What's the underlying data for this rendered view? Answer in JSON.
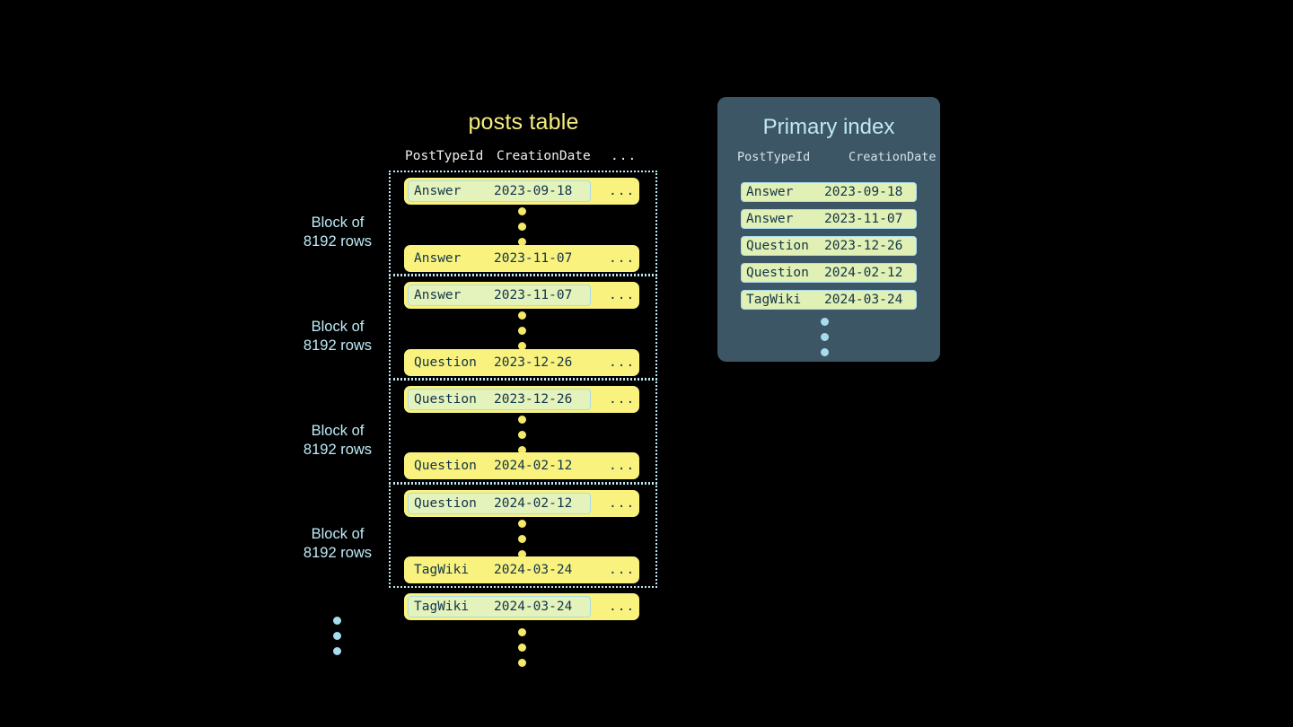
{
  "posts_table": {
    "title": "posts table",
    "columns": [
      "PostTypeId",
      "CreationDate",
      "..."
    ],
    "blocks": [
      {
        "label_line1": "Block of",
        "label_line2": "8192 rows",
        "first_row": {
          "post_type_id": "Answer",
          "creation_date": "2023-09-18",
          "more": "...",
          "highlighted": true
        },
        "last_row": {
          "post_type_id": "Answer",
          "creation_date": "2023-11-07",
          "more": "...",
          "highlighted": false
        }
      },
      {
        "label_line1": "Block of",
        "label_line2": "8192 rows",
        "first_row": {
          "post_type_id": "Answer",
          "creation_date": "2023-11-07",
          "more": "...",
          "highlighted": true
        },
        "last_row": {
          "post_type_id": "Question",
          "creation_date": "2023-12-26",
          "more": "...",
          "highlighted": false
        }
      },
      {
        "label_line1": "Block of",
        "label_line2": "8192 rows",
        "first_row": {
          "post_type_id": "Question",
          "creation_date": "2023-12-26",
          "more": "...",
          "highlighted": true
        },
        "last_row": {
          "post_type_id": "Question",
          "creation_date": "2024-02-12",
          "more": "...",
          "highlighted": false
        }
      },
      {
        "label_line1": "Block of",
        "label_line2": "8192 rows",
        "first_row": {
          "post_type_id": "Question",
          "creation_date": "2024-02-12",
          "more": "...",
          "highlighted": true
        },
        "last_row": {
          "post_type_id": "TagWiki",
          "creation_date": "2024-03-24",
          "more": "...",
          "highlighted": false
        }
      }
    ],
    "trailing_row": {
      "post_type_id": "TagWiki",
      "creation_date": "2024-03-24",
      "more": "...",
      "highlighted": true
    }
  },
  "primary_index": {
    "title": "Primary index",
    "columns": [
      "PostTypeId",
      "CreationDate"
    ],
    "rows": [
      {
        "post_type_id": "Answer",
        "creation_date": "2023-09-18"
      },
      {
        "post_type_id": "Answer",
        "creation_date": "2023-11-07"
      },
      {
        "post_type_id": "Question",
        "creation_date": "2023-12-26"
      },
      {
        "post_type_id": "Question",
        "creation_date": "2024-02-12"
      },
      {
        "post_type_id": "TagWiki",
        "creation_date": "2024-03-24"
      }
    ]
  },
  "colors": {
    "background": "#000000",
    "row_yellow": "#f9f27e",
    "key_highlight": "#e4f2bc",
    "key_border": "#a9dcee",
    "accent_blue": "#bfe9f5",
    "title_yellow": "#f5ee7a",
    "panel_bg": "#3d5665",
    "text_dark": "#12344a",
    "dot_yellow": "#f5e96a",
    "dot_blue": "#a7dcec"
  }
}
